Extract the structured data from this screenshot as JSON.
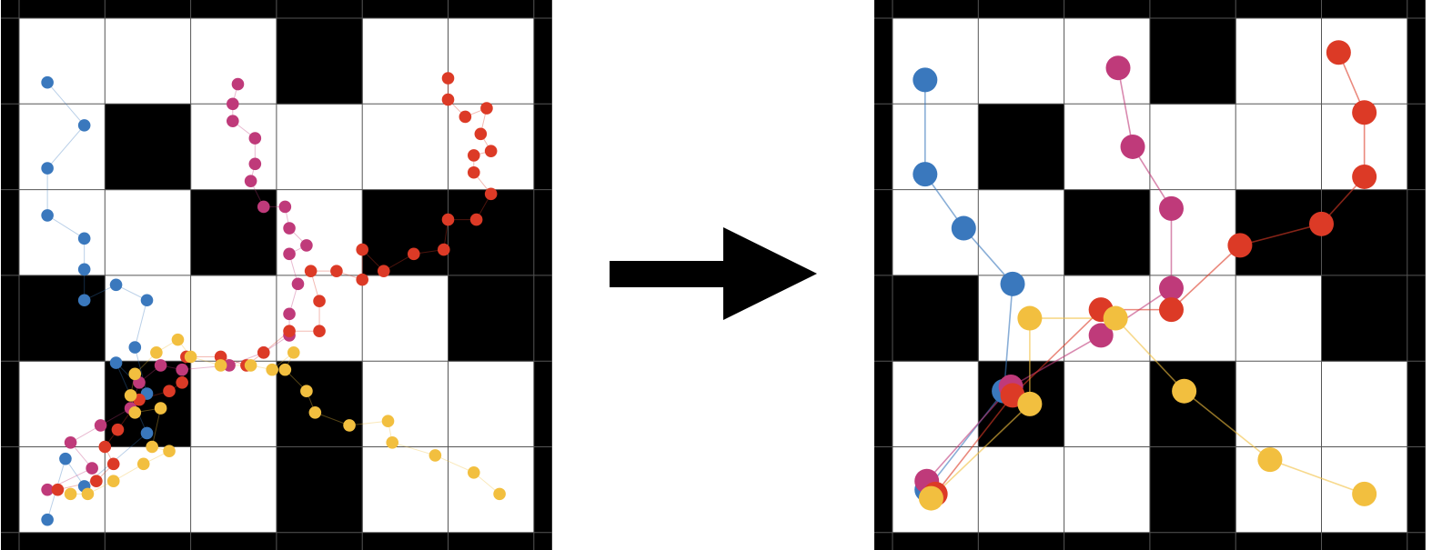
{
  "grid": {
    "cols": 6,
    "rows": 6,
    "walls": [
      [
        0,
        3
      ],
      [
        1,
        1
      ],
      [
        2,
        2
      ],
      [
        2,
        4
      ],
      [
        2,
        5
      ],
      [
        3,
        0
      ],
      [
        3,
        5
      ],
      [
        4,
        1
      ],
      [
        4,
        3
      ],
      [
        5,
        3
      ]
    ]
  },
  "colors": {
    "wall": "#000000",
    "free": "#ffffff",
    "gridline": "#555555",
    "arrow": "#000000",
    "blue": "#3a78bd",
    "magenta": "#bf3a7a",
    "red": "#dc3a26",
    "yellow": "#f2bf3f"
  },
  "arrow_icon": "right-arrow-icon",
  "left_panel": {
    "name": "dense-paths",
    "paths": [
      {
        "name": "blue",
        "points": [
          [
            0.33,
            5.25
          ],
          [
            0.76,
            4.75
          ],
          [
            0.33,
            4.25
          ],
          [
            0.33,
            3.7
          ],
          [
            0.76,
            3.43
          ],
          [
            0.76,
            3.07
          ],
          [
            0.76,
            2.71
          ],
          [
            1.13,
            2.89
          ],
          [
            1.49,
            2.71
          ],
          [
            1.35,
            2.16
          ],
          [
            1.49,
            1.62
          ],
          [
            1.13,
            1.98
          ],
          [
            1.49,
            1.16
          ],
          [
            0.76,
            0.54
          ],
          [
            0.54,
            0.86
          ],
          [
            0.33,
            0.15
          ]
        ]
      },
      {
        "name": "magenta",
        "points": [
          [
            2.55,
            5.23
          ],
          [
            2.49,
            5.0
          ],
          [
            2.49,
            4.8
          ],
          [
            2.75,
            4.6
          ],
          [
            2.75,
            4.3
          ],
          [
            2.7,
            4.1
          ],
          [
            2.85,
            3.8
          ],
          [
            3.1,
            3.8
          ],
          [
            3.15,
            3.55
          ],
          [
            3.35,
            3.35
          ],
          [
            3.15,
            3.25
          ],
          [
            3.25,
            2.9
          ],
          [
            3.15,
            2.55
          ],
          [
            3.15,
            2.3
          ],
          [
            2.85,
            2.1
          ],
          [
            2.45,
            1.95
          ],
          [
            1.9,
            1.9
          ],
          [
            1.65,
            1.95
          ],
          [
            1.4,
            1.75
          ],
          [
            1.3,
            1.45
          ],
          [
            0.95,
            1.25
          ],
          [
            0.6,
            1.05
          ],
          [
            0.85,
            0.75
          ],
          [
            0.33,
            0.5
          ]
        ]
      },
      {
        "name": "red",
        "points": [
          [
            5.0,
            5.3
          ],
          [
            5.0,
            5.05
          ],
          [
            5.2,
            4.85
          ],
          [
            5.45,
            4.95
          ],
          [
            5.38,
            4.65
          ],
          [
            5.5,
            4.45
          ],
          [
            5.3,
            4.4
          ],
          [
            5.3,
            4.2
          ],
          [
            5.5,
            3.95
          ],
          [
            5.33,
            3.65
          ],
          [
            5.0,
            3.65
          ],
          [
            4.95,
            3.3
          ],
          [
            4.6,
            3.25
          ],
          [
            4.25,
            3.05
          ],
          [
            4.0,
            3.3
          ],
          [
            4.0,
            2.95
          ],
          [
            3.7,
            3.05
          ],
          [
            3.4,
            3.05
          ],
          [
            3.5,
            2.7
          ],
          [
            3.5,
            2.35
          ],
          [
            3.15,
            2.35
          ],
          [
            2.85,
            2.1
          ],
          [
            2.65,
            1.95
          ],
          [
            2.35,
            2.05
          ],
          [
            1.95,
            2.05
          ],
          [
            1.9,
            1.75
          ],
          [
            1.75,
            1.65
          ],
          [
            1.4,
            1.55
          ],
          [
            1.15,
            1.2
          ],
          [
            1.0,
            1.0
          ],
          [
            1.1,
            0.8
          ],
          [
            0.9,
            0.6
          ],
          [
            0.45,
            0.5
          ]
        ]
      },
      {
        "name": "yellow",
        "points": [
          [
            5.6,
            0.45
          ],
          [
            5.3,
            0.7
          ],
          [
            4.85,
            0.9
          ],
          [
            4.35,
            1.05
          ],
          [
            4.3,
            1.3
          ],
          [
            3.85,
            1.25
          ],
          [
            3.45,
            1.4
          ],
          [
            3.35,
            1.65
          ],
          [
            3.1,
            1.9
          ],
          [
            3.2,
            2.1
          ],
          [
            2.95,
            1.9
          ],
          [
            2.7,
            1.95
          ],
          [
            2.35,
            1.95
          ],
          [
            2.0,
            2.05
          ],
          [
            1.85,
            2.25
          ],
          [
            1.6,
            2.1
          ],
          [
            1.35,
            1.85
          ],
          [
            1.3,
            1.6
          ],
          [
            1.35,
            1.4
          ],
          [
            1.65,
            1.45
          ],
          [
            1.55,
            1.0
          ],
          [
            1.75,
            0.95
          ],
          [
            1.45,
            0.8
          ],
          [
            1.1,
            0.6
          ],
          [
            0.8,
            0.45
          ],
          [
            0.6,
            0.45
          ]
        ]
      }
    ]
  },
  "right_panel": {
    "name": "sparse-paths",
    "paths": [
      {
        "name": "blue",
        "points": [
          [
            0.38,
            5.28
          ],
          [
            0.38,
            4.18
          ],
          [
            0.83,
            3.55
          ],
          [
            1.4,
            2.9
          ],
          [
            1.3,
            1.65
          ],
          [
            0.4,
            0.5
          ]
        ]
      },
      {
        "name": "magenta",
        "points": [
          [
            2.63,
            5.42
          ],
          [
            2.8,
            4.5
          ],
          [
            3.25,
            3.78
          ],
          [
            3.25,
            2.85
          ],
          [
            2.43,
            2.3
          ],
          [
            1.38,
            1.7
          ],
          [
            0.4,
            0.6
          ]
        ]
      },
      {
        "name": "red",
        "points": [
          [
            5.2,
            5.6
          ],
          [
            5.5,
            4.9
          ],
          [
            5.5,
            4.15
          ],
          [
            5.0,
            3.6
          ],
          [
            4.05,
            3.35
          ],
          [
            3.25,
            2.6
          ],
          [
            2.43,
            2.6
          ],
          [
            1.4,
            1.6
          ],
          [
            0.5,
            0.45
          ]
        ]
      },
      {
        "name": "yellow",
        "points": [
          [
            5.5,
            0.45
          ],
          [
            4.4,
            0.85
          ],
          [
            3.4,
            1.65
          ],
          [
            2.6,
            2.5
          ],
          [
            1.6,
            2.5
          ],
          [
            1.6,
            1.5
          ],
          [
            0.45,
            0.4
          ]
        ]
      }
    ]
  }
}
